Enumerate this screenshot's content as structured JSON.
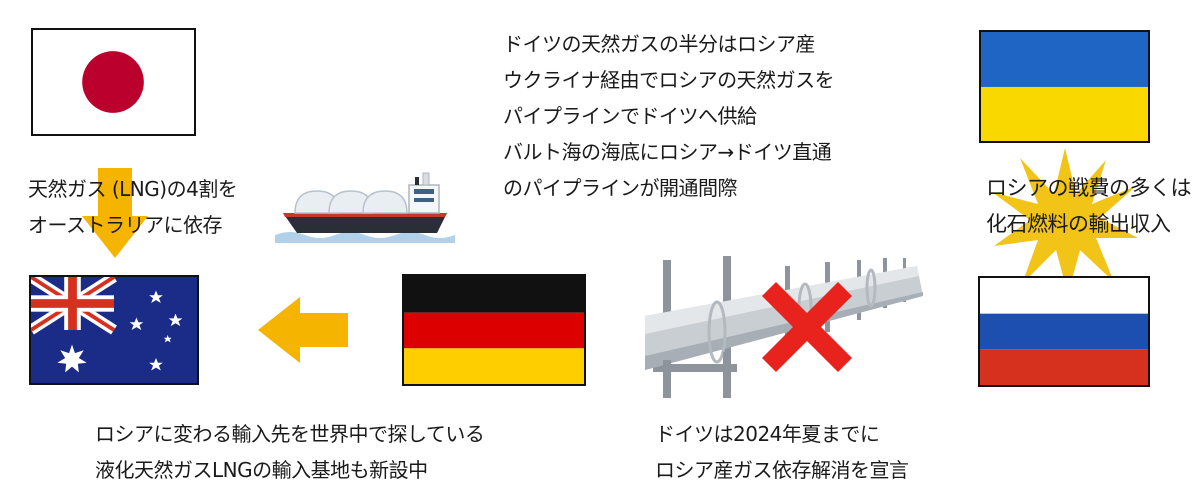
{
  "colors": {
    "arrow_orange": "#F5B400",
    "starburst_yellow": "#F2C418",
    "cross_red": "#E8231E",
    "japan_red": "#BC002D",
    "ukraine_blue": "#1F66C4",
    "ukraine_yellow": "#F9D800",
    "russia_blue": "#1C4FB0",
    "russia_red": "#D6311F",
    "germany_red": "#DD0000",
    "germany_gold": "#FFCE00",
    "australia_blue": "#1B2B88"
  },
  "icons": [
    "lng-tanker-icon",
    "pipeline-icon",
    "red-x-icon",
    "left-arrow-icon",
    "down-arrow-icon",
    "starburst-icon"
  ],
  "flags": [
    "japan",
    "australia",
    "germany",
    "ukraine",
    "russia"
  ],
  "text": {
    "center_top": [
      "ドイツの天然ガスの半分はロシア産",
      "ウクライナ経由でロシアの天然ガスを",
      "パイプラインでドイツへ供給",
      "バルト海の海底にロシア→ドイツ直通",
      "のパイプラインが開通間際"
    ],
    "japan_note": [
      "天然ガス (LNG)の4割を",
      "オーストラリアに依存"
    ],
    "russia_note": [
      "ロシアの戦費の多くは",
      "化石燃料の輸出収入"
    ],
    "germany_note": [
      "ロシアに変わる輸入先を世界中で探している",
      "液化天然ガスLNGの輸入基地も新設中"
    ],
    "pipeline_note": [
      "ドイツは2024年夏までに",
      "ロシア産ガス依存解消を宣言"
    ]
  }
}
